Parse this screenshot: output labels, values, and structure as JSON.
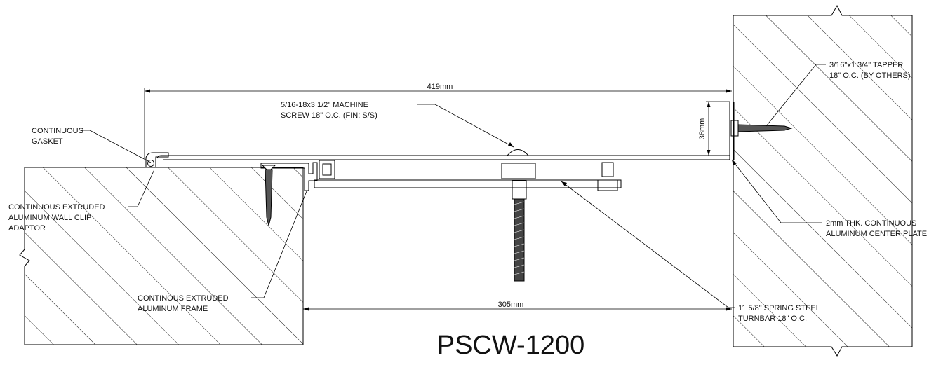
{
  "title": "PSCW-1200",
  "dimensions": {
    "overall_width": "419mm",
    "opening_width": "305mm",
    "plate_height": "38mm"
  },
  "callouts": {
    "gasket": [
      "CONTINUOUS",
      "GASKET"
    ],
    "wall_clip": [
      "CONTINUOUS EXTRUDED",
      "ALUMINUM WALL CLIP",
      "ADAPTOR"
    ],
    "machine_screw": [
      "5/16-18x3 1/2\" MACHINE",
      "SCREW 18\" O.C. (FIN: S/S)"
    ],
    "tapper": [
      "3/16\"x1 3/4\" TAPPER",
      "18\" O.C. (BY OTHERS)"
    ],
    "center_plate": [
      "2mm THK. CONTINUOUS",
      "ALUMINUM CENTER PLATE"
    ],
    "frame": [
      "CONTINOUS EXTRUDED",
      "ALUMINUM FRAME"
    ],
    "turnbar": [
      "11 5/8\" SPRING STEEL",
      "TURNBAR 18\" O.C."
    ]
  }
}
